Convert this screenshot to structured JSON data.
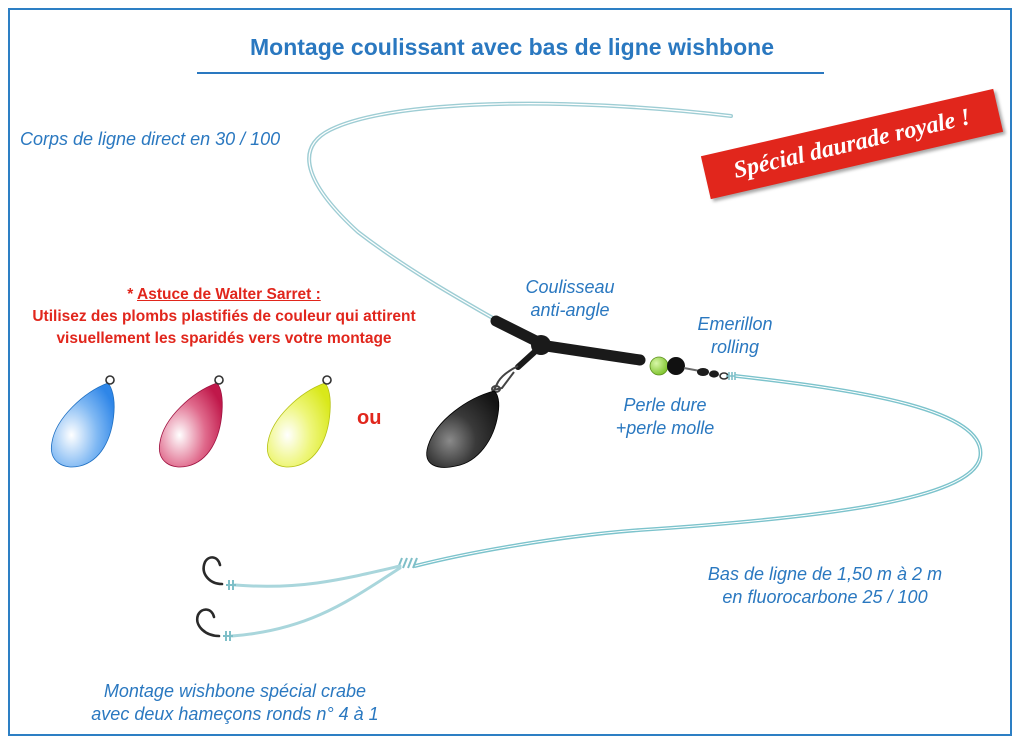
{
  "title": "Montage coulissant avec bas de ligne wishbone",
  "badge": "Spécial daurade royale !",
  "labels": {
    "main_line": "Corps de ligne direct en 30 / 100",
    "slider_line1": "Coulisseau",
    "slider_line2": "anti-angle",
    "swivel_line1": "Emerillon",
    "swivel_line2": "rolling",
    "beads_line1": "Perle dure",
    "beads_line2": "+perle molle",
    "leader_line1": "Bas de ligne de 1,50 m à 2 m",
    "leader_line2": "en fluorocarbone 25 / 100",
    "wishbone_line1": "Montage wishbone spécial crabe",
    "wishbone_line2": "avec deux hameçons ronds n° 4 à 1"
  },
  "tip": {
    "heading_prefix": "* ",
    "heading": "Astuce de Walter Sarret :",
    "line1": "Utilisez des plombs plastifiés de couleur qui attirent",
    "line2": "visuellement les sparidés vers votre montage"
  },
  "or_word": "ou",
  "sinker_colors": {
    "blue": "#2e86e8",
    "red": "#c0184a",
    "yellow": "#e2ef1e",
    "black": "#1c1c1c"
  },
  "colors": {
    "accent_blue": "#2a78c0",
    "accent_red": "#e1261c",
    "line": "#8fc8cf",
    "bead_green": "#8fd33a"
  }
}
